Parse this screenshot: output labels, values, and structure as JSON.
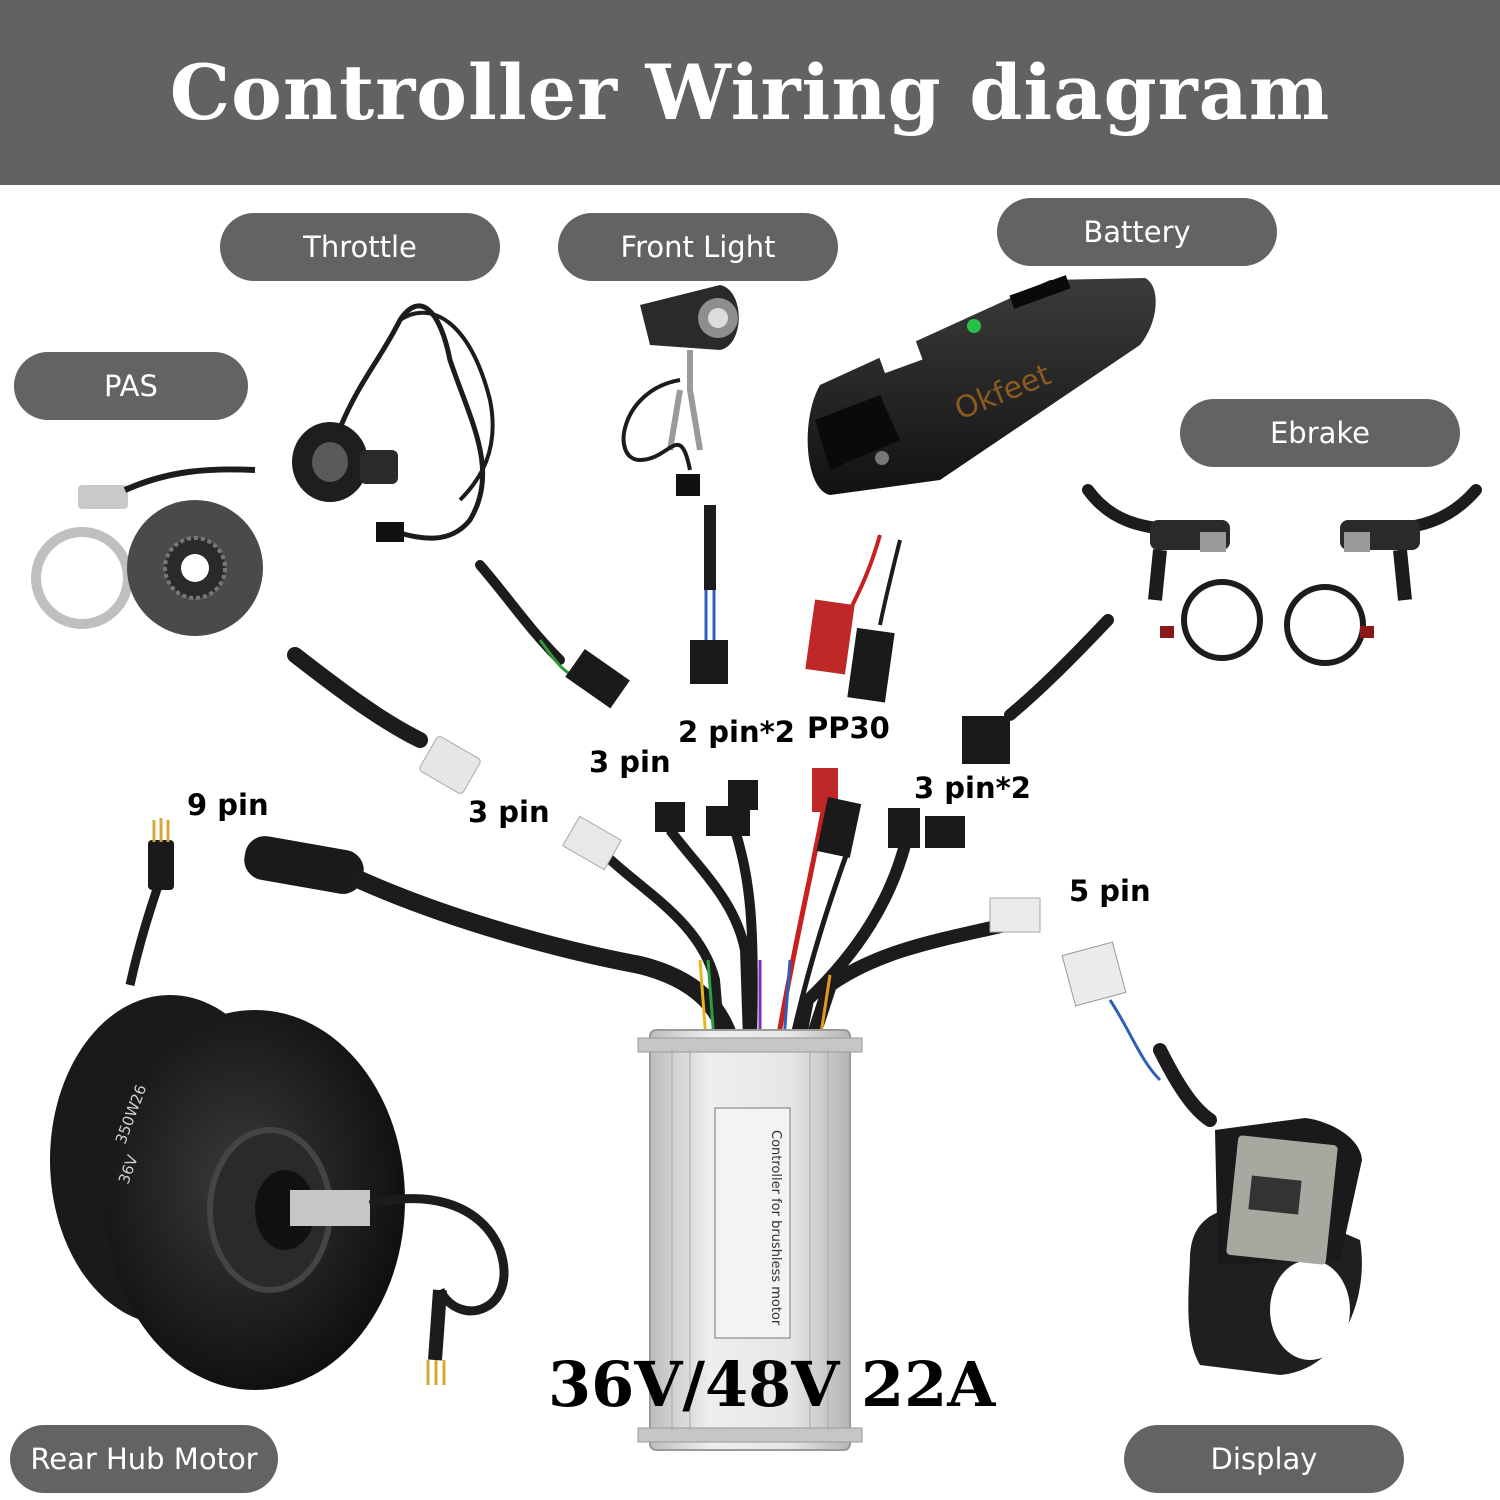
{
  "title": "Controller Wiring diagram",
  "components": {
    "throttle": "Throttle",
    "front_light": "Front Light",
    "battery": "Battery",
    "pas": "PAS",
    "ebrake": "Ebrake",
    "rear_hub_motor": "Rear Hub Motor",
    "display": "Display"
  },
  "connectors": {
    "nine_pin": "9 pin",
    "pas_3pin": "3 pin",
    "throttle_3pin": "3 pin",
    "light_2pin": "2 pin*2",
    "battery_pp30": "PP30",
    "brake_3pin": "3 pin*2",
    "display_5pin": "5 pin"
  },
  "controller": {
    "spec": "36V/48V 22A",
    "label_title": "Controller for brushless motor"
  },
  "battery_brand": "Okfeet",
  "motor_markings": {
    "voltage": "36V",
    "power": "350W",
    "size": "26"
  },
  "colors": {
    "header_bg": "#626262",
    "pill_bg": "#636363",
    "cable": "#1c1c1c",
    "controller_body": "#d8d8d8"
  }
}
